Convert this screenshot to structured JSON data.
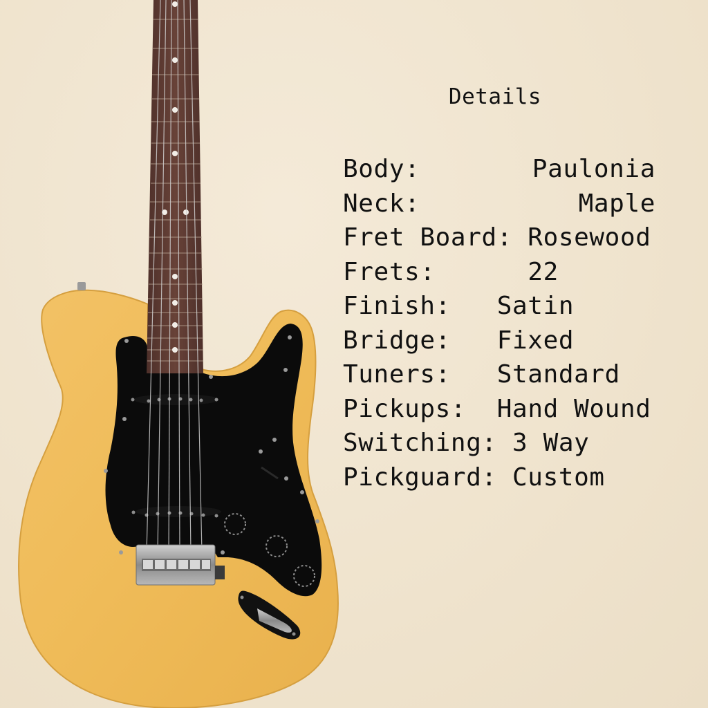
{
  "colors": {
    "background": "#f1e6d2",
    "text": "#111111",
    "body_finish": "#f0bd5c",
    "pickguard": "#0b0b0b",
    "fretboard": "#5e3b33",
    "hardware": "#a9a9a9"
  },
  "image": {
    "subject": "electric-guitar",
    "description": "Butterscotch satin single-cut style guitar with black pickguard, rosewood fretboard, two single-coil pickups, fixed bridge, two knobs, and jack plate"
  },
  "details": {
    "title": "Details",
    "specs": [
      {
        "label": "Body:",
        "gap": "       ",
        "value": "Paulonia",
        "align": "right"
      },
      {
        "label": "Neck:",
        "gap": "          ",
        "value": "Maple",
        "align": "right"
      },
      {
        "label": "Fret Board:",
        "gap": " ",
        "value": "Rosewood",
        "align": "left"
      },
      {
        "label": "Frets:",
        "gap": "      ",
        "value": "22",
        "align": "left"
      },
      {
        "label": "Finish:",
        "gap": "   ",
        "value": "Satin",
        "align": "left"
      },
      {
        "label": "Bridge:",
        "gap": "   ",
        "value": "Fixed",
        "align": "left"
      },
      {
        "label": "Tuners:",
        "gap": "   ",
        "value": "Standard",
        "align": "left"
      },
      {
        "label": "Pickups:",
        "gap": "  ",
        "value": "Hand Wound",
        "align": "left"
      },
      {
        "label": "Switching:",
        "gap": " ",
        "value": "3 Way",
        "align": "left"
      },
      {
        "label": "Pickguard:",
        "gap": " ",
        "value": "Custom",
        "align": "left"
      }
    ]
  }
}
